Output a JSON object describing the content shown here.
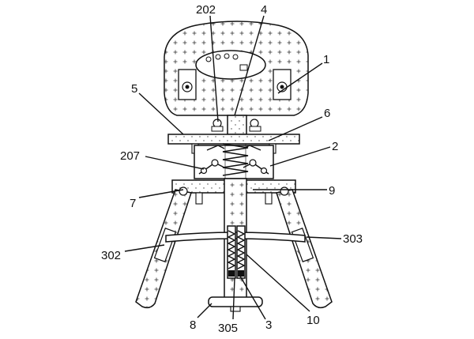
{
  "figure": {
    "labels": {
      "l202": "202",
      "l4": "4",
      "l1": "1",
      "l5": "5",
      "l6": "6",
      "l207": "207",
      "l2": "2",
      "l7": "7",
      "l9": "9",
      "l302": "302",
      "l303": "303",
      "l8": "8",
      "l305": "305",
      "l3": "3",
      "l10": "10"
    }
  }
}
